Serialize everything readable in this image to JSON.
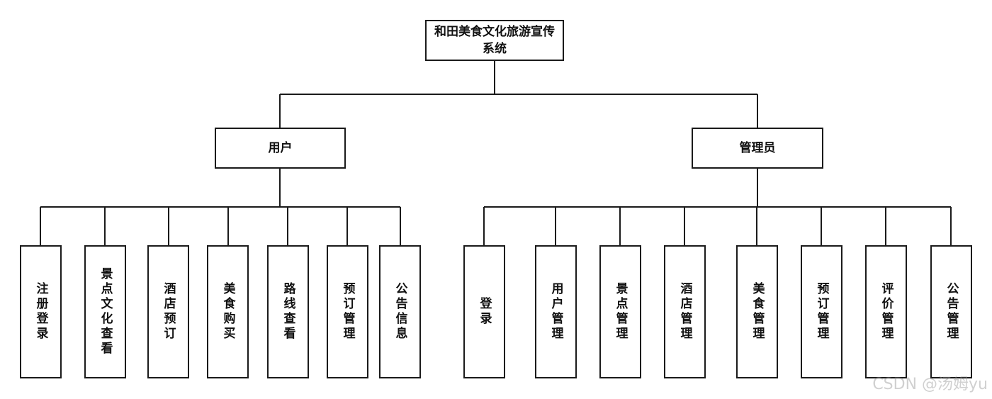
{
  "root": {
    "label": "和田美食文化旅游宣传系统"
  },
  "user": {
    "label": "用户",
    "children": [
      "注册登录",
      "景点文化查看",
      "酒店预订",
      "美食购买",
      "路线查看",
      "预订管理",
      "公告信息"
    ]
  },
  "admin": {
    "label": "管理员",
    "children": [
      "登录",
      "用户管理",
      "景点管理",
      "酒店管理",
      "美食管理",
      "预订管理",
      "评价管理",
      "公告管理"
    ]
  },
  "watermark": "CSDN @汤姆yu"
}
